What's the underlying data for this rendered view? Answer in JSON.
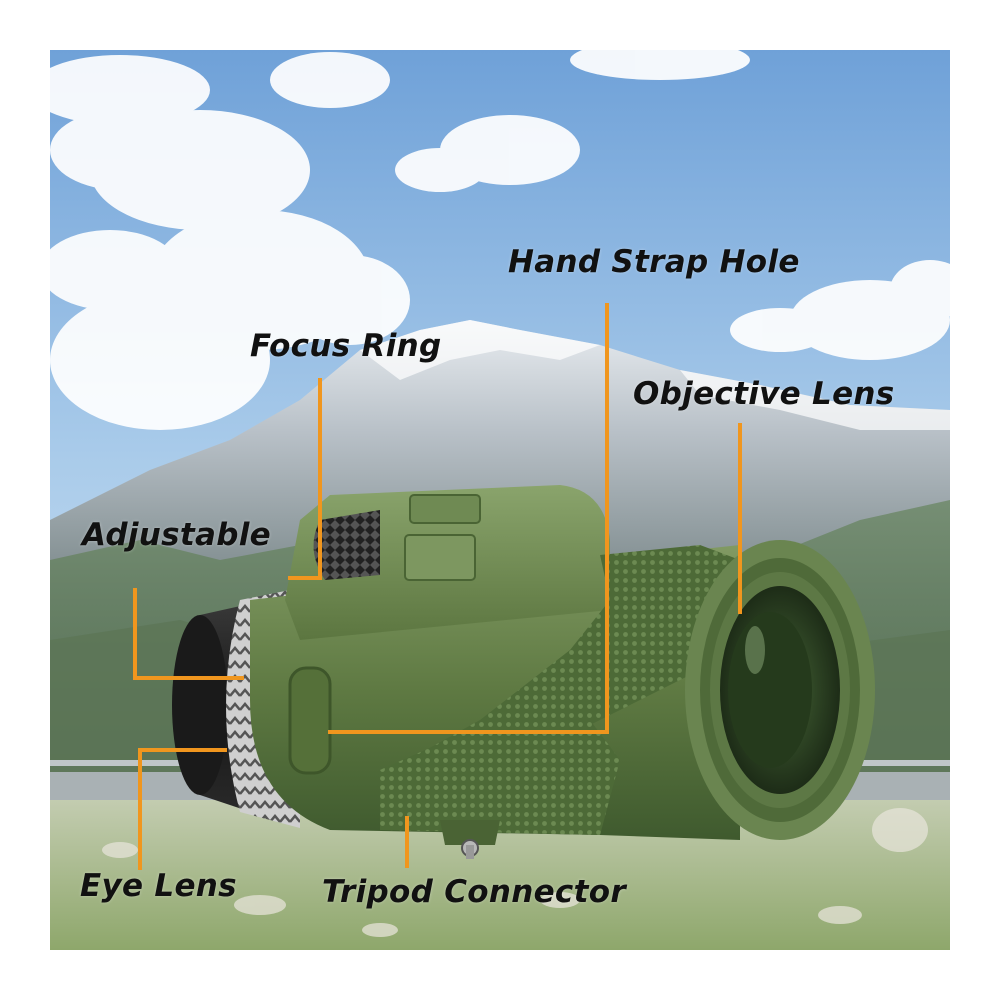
{
  "labels": {
    "hand_strap_hole": "Hand Strap Hole",
    "focus_ring": "Focus Ring",
    "objective_lens": "Objective Lens",
    "adjustable": "Adjustable",
    "eye_lens": "Eye Lens",
    "tripod_connector": "Tripod Connector"
  },
  "colors": {
    "leader_line": "#f0961e",
    "label_text": "#111111",
    "body_green": "#5f7a44",
    "sky": "#9cc3e6"
  }
}
